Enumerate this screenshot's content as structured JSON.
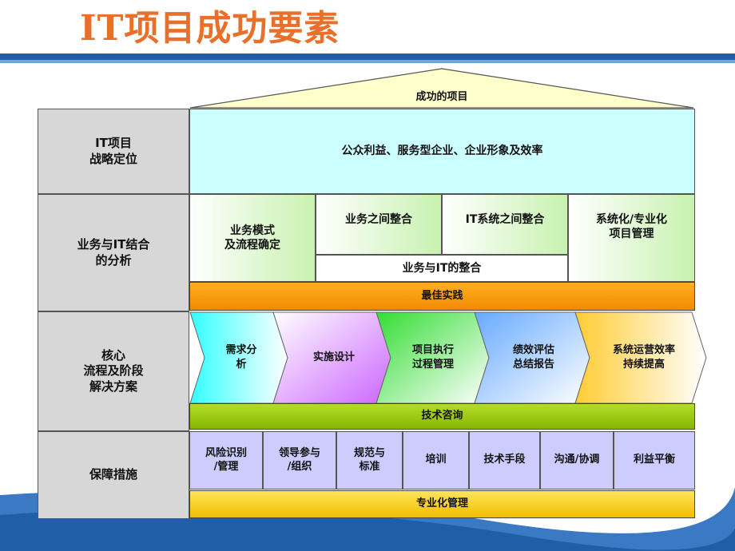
{
  "title": "IT项目成功要素",
  "roof": "成功的项目",
  "rows": {
    "strategy": {
      "label": "IT项目\n战略定位",
      "content": "公众利益、服务型企业、企业形象及效率"
    },
    "analysis": {
      "label": "业务与IT结合\n的分析",
      "cells": [
        "业务模式\n及流程确定",
        "业务之间整合",
        "IT系统之间整合",
        "系统化/专业化\n项目管理"
      ],
      "integration": "业务与IT的整合",
      "best_practice": "最佳实践"
    },
    "core": {
      "label": "核心\n流程及阶段\n解决方案",
      "steps": [
        "需求分\n析",
        "实施设计",
        "项目执行\n过程管理",
        "绩效评估\n总结报告",
        "系统运营效率\n持续提高"
      ],
      "tech_consulting": "技术咨询"
    },
    "support": {
      "label": "保障措施",
      "items": [
        "风险识别\n/管理",
        "领导参与\n/组织",
        "规范与\n标准",
        "培训",
        "技术手段",
        "沟通/协调",
        "利益平衡"
      ],
      "professional": "专业化管理"
    }
  },
  "colors": {
    "title": "#e8702a",
    "band": "#1f5fa8",
    "roof": "#ffffcc",
    "strategy": "#ccffff",
    "support_items": "#ccccff",
    "best_practice": "#f5a000",
    "tech_consulting": "#99cc00",
    "professional": "#ffd700",
    "step_colors": [
      "#33ffff",
      "#cc66ff",
      "#33dd33",
      "#66aaff",
      "#ffcc33"
    ]
  }
}
